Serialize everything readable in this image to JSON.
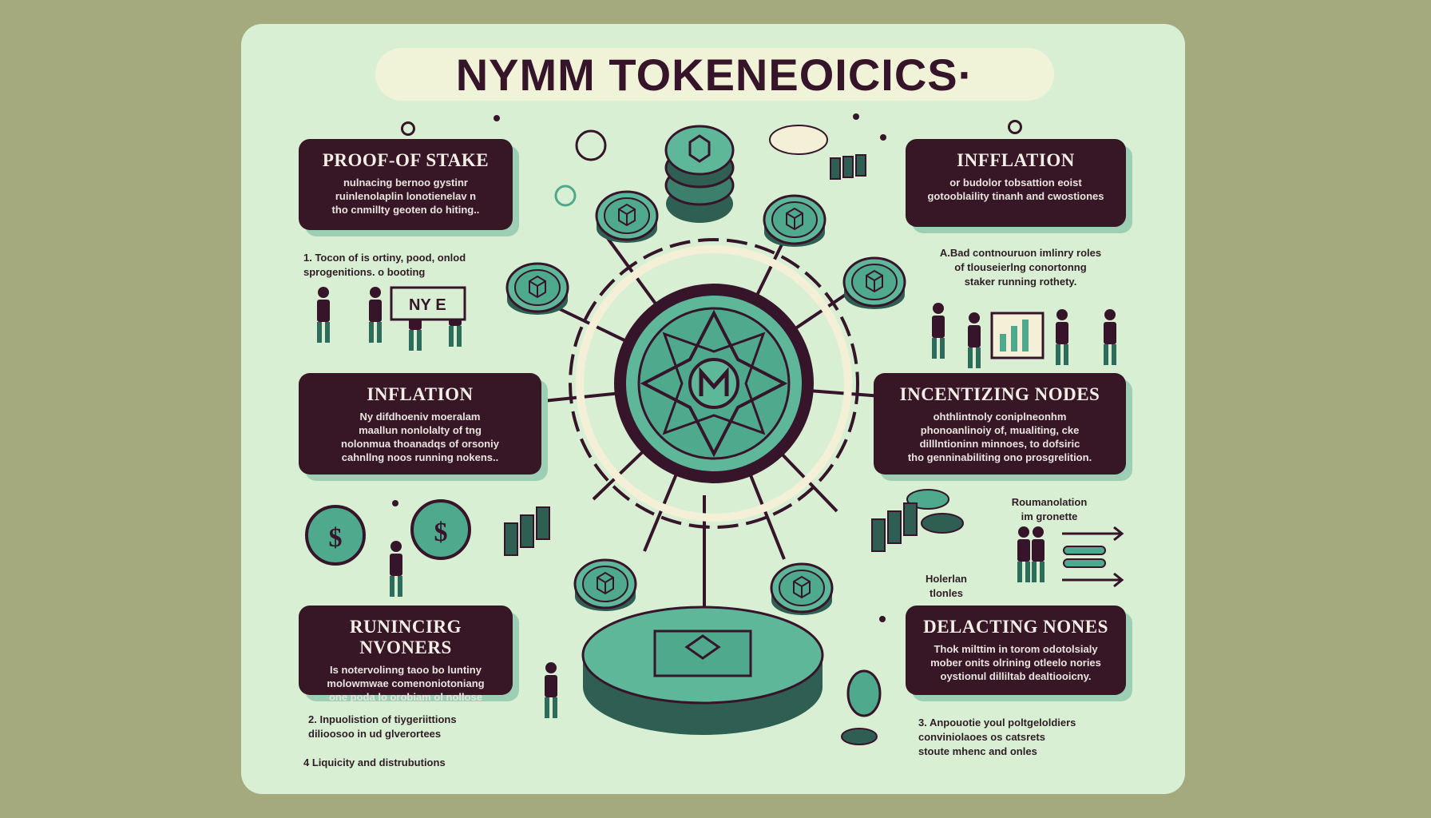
{
  "title": "NYMM TOKENEOICICS·",
  "cards": {
    "proof_of_stake": {
      "title": "PROOF-OF STAKE",
      "body": [
        "nulnacing bernoo gystinr",
        "ruinlenolaplin lonotienelav n",
        "tho cnmillty geoten do hiting.."
      ]
    },
    "inflation_left": {
      "title": "INFLATION",
      "body": [
        "Ny difdhoeniv moeralam",
        "maallun nonlolalty of tng",
        "nolonmua thoanadqs of orsoniy",
        "cahnllng noos running nokens.."
      ]
    },
    "running": {
      "title": "RUNINCIRG NVONERS",
      "body": [
        "Is notervolinng taoo bo luntiny",
        "molowmwae comenoniotoniang",
        "one poda lo orobiam ol nollose"
      ]
    },
    "inflation_right": {
      "title": "INFFLATION",
      "body": [
        "or budolor tobsattion eoist",
        "gotooblaility tinanh and cwostiones"
      ]
    },
    "incentizing": {
      "title": "INCENTIZING NODES",
      "body": [
        "ohthlintnoly coniplneonhm",
        "phonoanlinoiy of, mualiting, cke",
        "dilllntioninn minnoes, to dofsiric",
        "tho genninabiliting ono prosgrelition."
      ]
    },
    "delacting": {
      "title": "DELACTING NONES",
      "body": [
        "Thok milttim in torom odotolsialy",
        "mober onits olrining otleelo nories",
        "oystionul dilliltab dealtiooicny."
      ]
    }
  },
  "notes": {
    "left_1": [
      "1. Tocon of is ortiny, pood, onlod",
      "sprogenitions.         o booting"
    ],
    "left_2": [
      "2. Inpuolistion of tiygeriittions",
      "dilioosoo in ud glverortees"
    ],
    "left_4": "4 Liquicity and distrubutions",
    "right_top": [
      "A.Bad contnouruon imlinry roles",
      "of tlouseierlng conortonng",
      "staker running rothety."
    ],
    "right_mid_a": [
      "Roumanolation",
      "im gronette"
    ],
    "right_mid_b": [
      "Holerlan",
      "tlonles"
    ],
    "right_3": [
      "3. Anpouotie youl poltgeloldiers",
      "conviniolaoes os catsrets",
      "stoute mhenc and onles"
    ]
  },
  "sign_text": "NY E",
  "colors": {
    "background": "#a4a97e",
    "board": "#d9efd4",
    "card": "#371626",
    "teal": "#4fa98c",
    "ink": "#36152a"
  },
  "icons": [
    "coin-stack-icon",
    "cube-coin-icon",
    "network-hub-icon",
    "person-icon",
    "gear-icon",
    "chart-icon",
    "arrow-icon",
    "sparkle-icon"
  ]
}
